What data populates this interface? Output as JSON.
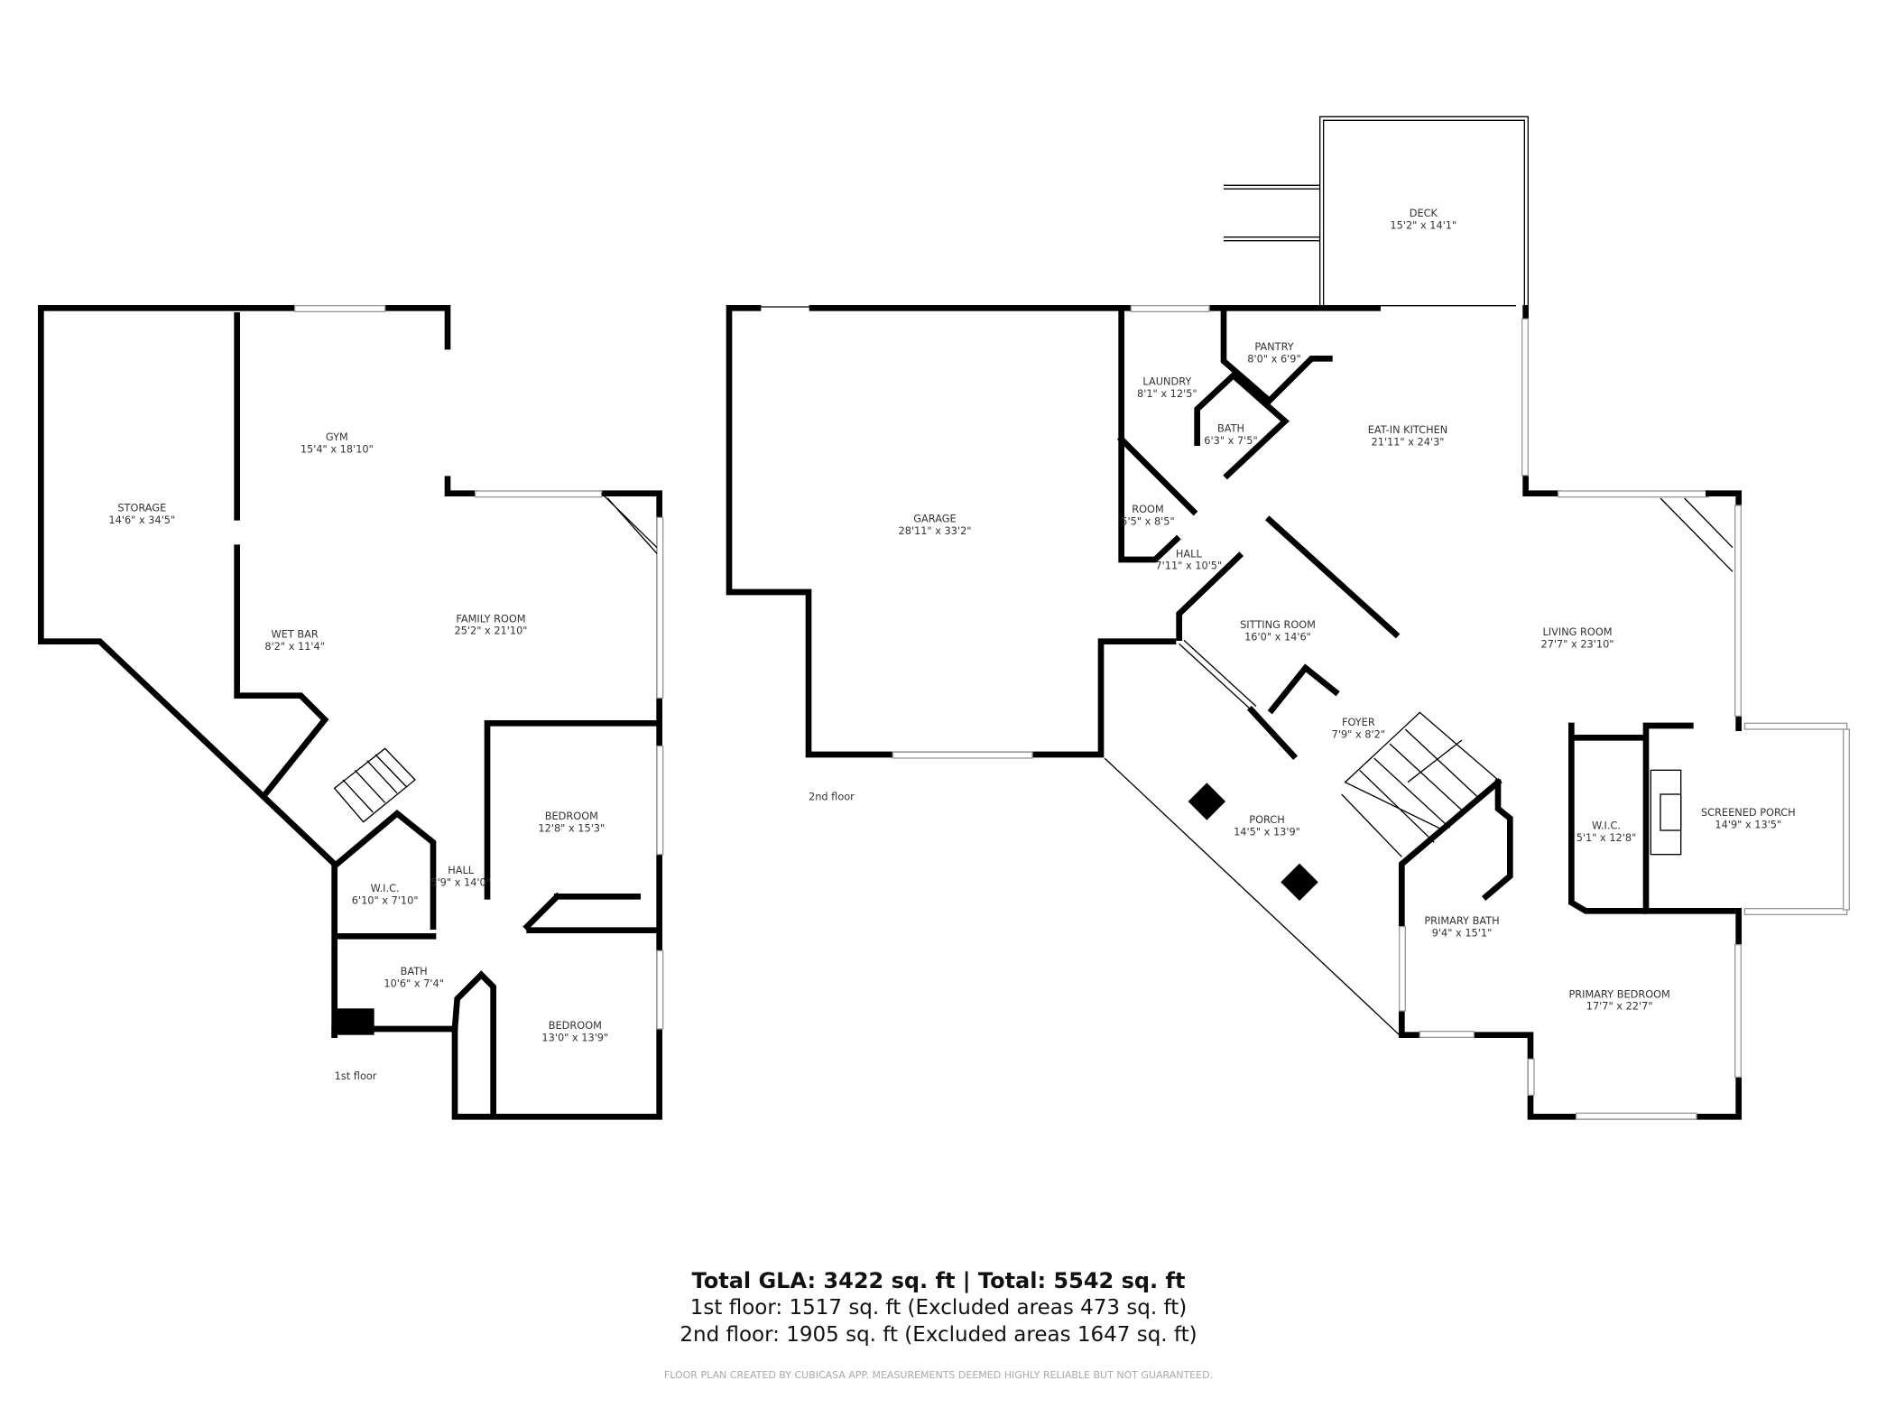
{
  "floors": [
    {
      "label": "1st floor",
      "rooms": [
        {
          "name": "STORAGE",
          "dims": "14'6\" x 34'5\""
        },
        {
          "name": "GYM",
          "dims": "15'4\" x 18'10\""
        },
        {
          "name": "WET BAR",
          "dims": "8'2\" x 11'4\""
        },
        {
          "name": "FAMILY ROOM",
          "dims": "25'2\" x 21'10\""
        },
        {
          "name": "BEDROOM",
          "dims": "12'8\" x 15'3\""
        },
        {
          "name": "HALL",
          "dims": "5'9\" x 14'0\""
        },
        {
          "name": "W.I.C.",
          "dims": "6'10\" x 7'10\""
        },
        {
          "name": "BATH",
          "dims": "10'6\" x 7'4\""
        },
        {
          "name": "BEDROOM",
          "dims": "13'0\" x 13'9\""
        }
      ]
    },
    {
      "label": "2nd floor",
      "rooms": [
        {
          "name": "DECK",
          "dims": "15'2\" x 14'1\""
        },
        {
          "name": "GARAGE",
          "dims": "28'11\" x 33'2\""
        },
        {
          "name": "LAUNDRY",
          "dims": "8'1\" x 12'5\""
        },
        {
          "name": "PANTRY",
          "dims": "8'0\" x 6'9\""
        },
        {
          "name": "BATH",
          "dims": "6'3\" x 7'5\""
        },
        {
          "name": "EAT-IN KITCHEN",
          "dims": "21'11\" x 24'3\""
        },
        {
          "name": "ROOM",
          "dims": "5'5\" x 8'5\""
        },
        {
          "name": "HALL",
          "dims": "7'11\" x 10'5\""
        },
        {
          "name": "SITTING ROOM",
          "dims": "16'0\" x 14'6\""
        },
        {
          "name": "LIVING ROOM",
          "dims": "27'7\" x 23'10\""
        },
        {
          "name": "FOYER",
          "dims": "7'9\" x 8'2\""
        },
        {
          "name": "PORCH",
          "dims": "14'5\" x 13'9\""
        },
        {
          "name": "W.I.C.",
          "dims": "5'1\" x 12'8\""
        },
        {
          "name": "SCREENED PORCH",
          "dims": "14'9\" x 13'5\""
        },
        {
          "name": "PRIMARY BATH",
          "dims": "9'4\" x 15'1\""
        },
        {
          "name": "PRIMARY BEDROOM",
          "dims": "17'7\" x 22'7\""
        }
      ]
    }
  ],
  "summary": {
    "total": "Total GLA: 3422 sq. ft | Total: 5542 sq. ft",
    "floor1": "1st floor: 1517 sq. ft (Excluded areas 473 sq. ft)",
    "floor2": "2nd floor: 1905 sq. ft (Excluded areas 1647 sq. ft)",
    "disclaimer": "FLOOR PLAN CREATED BY CUBICASA APP. MEASUREMENTS DEEMED HIGHLY RELIABLE BUT NOT GUARANTEED."
  }
}
